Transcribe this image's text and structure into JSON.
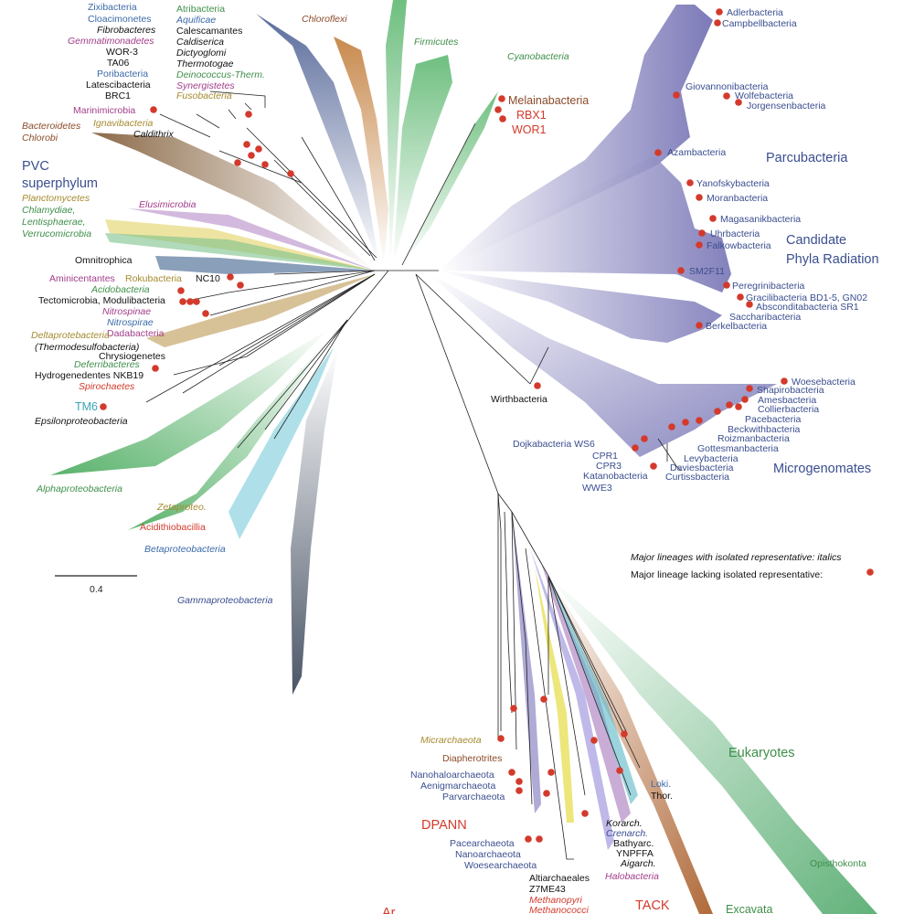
{
  "colors": {
    "purple_clade": "#7b77b8",
    "dot": "#d33a2c",
    "green": "#3f8f4a",
    "brown": "#8a4b2a",
    "gold": "#a58a2e",
    "magenta": "#a23d8a",
    "blue": "#3a6aa8",
    "teal": "#3aa6b5",
    "black": "#111111"
  },
  "legend": {
    "isolated": "Major lineages with isolated representative: italics",
    "lacking": "Major lineage lacking isolated representative:"
  },
  "scale_label": "0.4",
  "groups": {
    "pvc": [
      "PVC",
      "superphylum"
    ],
    "cpr": [
      "Candidate",
      "Phyla Radiation"
    ],
    "parcubacteria": "Parcubacteria",
    "microgenomates": "Microgenomates",
    "eukaryotes": "Eukaryotes",
    "dpann": "DPANN",
    "tack": "TACK",
    "archaea": "Ar"
  },
  "labels": {
    "zixibacteria": "Zixibacteria",
    "cloacimonetes": "Cloacimonetes",
    "fibrobacteres": "Fibrobacteres",
    "gemmatimonadetes": "Gemmatimonadetes",
    "wor3": "WOR-3",
    "tao6": "TA06",
    "poribacteria": "Poribacteria",
    "latescibacteria": "Latescibacteria",
    "brc1": "BRC1",
    "marinimicrobia": "Marinimicrobia",
    "ignavibacteria": "Ignavibacteria",
    "bacteroidetes": "Bacteroidetes",
    "chlorobi": "Chlorobi",
    "caldithrix": "Caldithrix",
    "atribacteria": "Atribacteria",
    "aquificae": "Aquificae",
    "calescamantes": "Calescamantes",
    "caldiserica": "Caldiserica",
    "dictyoglomi": "Dictyoglomi",
    "thermotogae": "Thermotogae",
    "deinococcus": "Deinococcus-Therm.",
    "synergistetes": "Synergistetes",
    "fusobacteria": "Fusobacteria",
    "chloroflexi": "Chloroflexi",
    "firmicutes": "Firmicutes",
    "cyanobacteria": "Cyanobacteria",
    "melainabacteria": "Melainabacteria",
    "rbx1": "RBX1",
    "wor1": "WOR1",
    "planctomycetes": "Planctomycetes",
    "chlamydiae": "Chlamydiae,",
    "lentisphaerae": "Lentisphaerae,",
    "verrucomicrobia": "Verrucomicrobia",
    "elusimicrobia": "Elusimicrobia",
    "omnitrophica": "Omnitrophica",
    "aminicentantes": "Aminicentantes",
    "rokubacteria": "Rokubacteria",
    "nc10": "NC10",
    "acidobacteria": "Acidobacteria",
    "tectomicrobia": "Tectomicrobia, Modulibacteria",
    "nitrospinae": "Nitrospinae",
    "nitrospirae": "Nitrospirae",
    "dadabacteria": "Dadabacteria",
    "deltaproteobacteria": "Deltaprotebacteria",
    "thermodesulfo": "(Thermodesulfobacteria)",
    "chrysiogenetes": "Chrysiogenetes",
    "deferribacteres": "Deferribacteres",
    "hydrogenedentes": "Hydrogenedentes NKB19",
    "spirochaetes": "Spirochaetes",
    "tm6": "TM6",
    "epsilon": "Epsilonproteobacteria",
    "alpha": "Alphaproteobacteria",
    "zetaproteo": "Zetaproteo.",
    "acidithiobacillia": "Acidithiobacillia",
    "betaproteobacteria": "Betaproteobacteria",
    "gammaproteobacteria": "Gammaproteobacteria",
    "adlerbacteria": "Adlerbacteria",
    "campbellbacteria": "Campbellbacteria",
    "giovannonibacteria": "Giovannonibacteria",
    "wolfebacteria": "Wolfebacteria",
    "jorgensenbacteria": "Jorgensenbacteria",
    "azambacteria": "Azambacteria",
    "yanofskybacteria": "Yanofskybacteria",
    "moranbacteria": "Moranbacteria",
    "magasanikbacteria": "Magasanikbacteria",
    "uhrbacteria": "Uhrbacteria",
    "falkowbacteria": "Falkowbacteria",
    "sm2f11": "SM2F11",
    "peregrinibacteria": "Peregrinibacteria",
    "gracilibacteria": "Gracilibacteria BD1-5, GN02",
    "absconditabacteria": "Absconditabacteria SR1",
    "saccharibacteria": "Saccharibacteria",
    "berkelbacteria": "Berkelbacteria",
    "woesebacteria": "Woesebacteria",
    "shapirobacteria": "Shapirobacteria",
    "amesbacteria": "Amesbacteria",
    "collierbacteria": "Collierbacteria",
    "pacebacteria": "Pacebacteria",
    "beckwithbacteria": "Beckwithbacteria",
    "roizmanbacteria": "Roizmanbacteria",
    "gottesmanbacteria": "Gottesmanbacteria",
    "levybacteria": "Levybacteria",
    "daviesbacteria": "Daviesbacteria",
    "curtissbacteria": "Curtissbacteria",
    "wirthbacteria": "Wirthbacteria",
    "dojkabacteria": "Dojkabacteria WS6",
    "cpr1": "CPR1",
    "cpr3": "CPR3",
    "katanobacteria": "Katanobacteria",
    "wwe3": "WWE3",
    "micrarchaeota": "Micrarchaeota",
    "diapherotrites": "Diapherotrites",
    "nanohaloarchaeota": "Nanohaloarchaeota",
    "aenigmarchaeota": "Aenigmarchaeota",
    "parvarchaeota": "Parvarchaeota",
    "pacearchaeota": "Pacearchaeota",
    "nanoarchaeota": "Nanoarchaeota",
    "woesearchaeota": "Woesearchaeota",
    "altiarchaeales": "Altiarchaeales",
    "z7me43": "Z7ME43",
    "methanopyri": "Methanopyri",
    "methanococci": "Methanococci",
    "korarch": "Korarch.",
    "crenarch": "Crenarch.",
    "bathyarc": "Bathyarc.",
    "ynpffa": "YNPFFA",
    "aigarch": "Aigarch.",
    "halobacteria": "Halobacteria",
    "loki": "Loki.",
    "thor": "Thor.",
    "opisthokonta": "Opisthokonta",
    "excavata": "Excavata"
  }
}
